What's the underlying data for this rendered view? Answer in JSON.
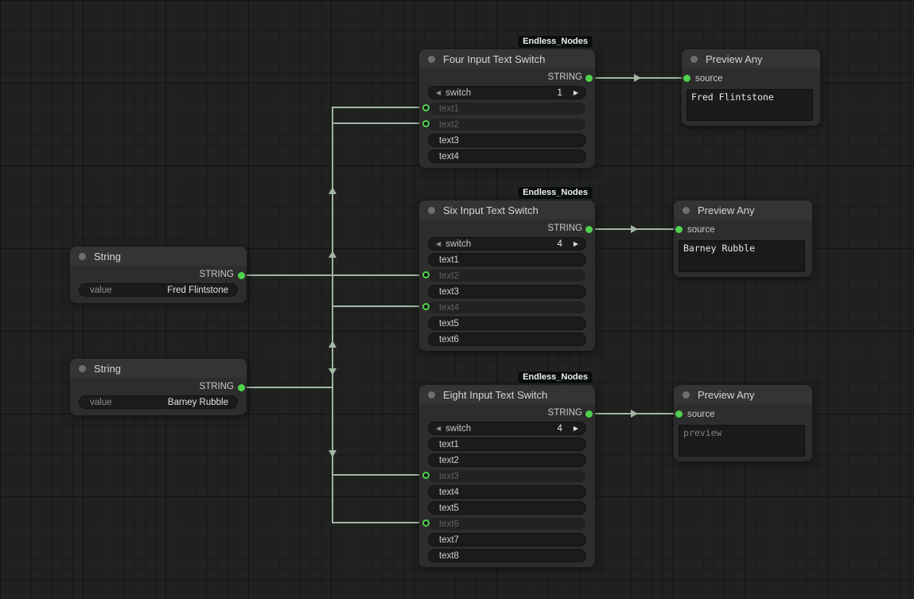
{
  "colors": {
    "slot_green": "#4fd24f",
    "wire": "#a2b6a2",
    "badge_bg": "#0a0e0a",
    "node_body": "#2d2d2d",
    "node_title": "#343434"
  },
  "icons": {
    "prev": "◀",
    "next": "▶"
  },
  "nodes": {
    "string1": {
      "title": "String",
      "output_label": "STRING",
      "value_label": "value",
      "value": "Fred Flintstone"
    },
    "string2": {
      "title": "String",
      "output_label": "STRING",
      "value_label": "value",
      "value": "Barney Rubble"
    },
    "switch4": {
      "badge": "Endless_Nodes",
      "title": "Four Input Text Switch",
      "output_label": "STRING",
      "switch_label": "switch",
      "switch_value": "1",
      "rows": [
        {
          "label": "text1",
          "linked": true
        },
        {
          "label": "text2",
          "linked": true
        },
        {
          "label": "text3",
          "linked": false
        },
        {
          "label": "text4",
          "linked": false
        }
      ]
    },
    "switch6": {
      "badge": "Endless_Nodes",
      "title": "Six Input Text Switch",
      "output_label": "STRING",
      "switch_label": "switch",
      "switch_value": "4",
      "rows": [
        {
          "label": "text1",
          "linked": false
        },
        {
          "label": "text2",
          "linked": true
        },
        {
          "label": "text3",
          "linked": false
        },
        {
          "label": "text4",
          "linked": true
        },
        {
          "label": "text5",
          "linked": false
        },
        {
          "label": "text6",
          "linked": false
        }
      ]
    },
    "switch8": {
      "badge": "Endless_Nodes",
      "title": "Eight Input Text Switch",
      "output_label": "STRING",
      "switch_label": "switch",
      "switch_value": "4",
      "rows": [
        {
          "label": "text1",
          "linked": false
        },
        {
          "label": "text2",
          "linked": false
        },
        {
          "label": "text3",
          "linked": true
        },
        {
          "label": "text4",
          "linked": false
        },
        {
          "label": "text5",
          "linked": false
        },
        {
          "label": "text6",
          "linked": true
        },
        {
          "label": "text7",
          "linked": false
        },
        {
          "label": "text8",
          "linked": false
        }
      ]
    },
    "preview1": {
      "title": "Preview Any",
      "input_label": "source",
      "text": "Fred Flintstone"
    },
    "preview2": {
      "title": "Preview Any",
      "input_label": "source",
      "text": "Barney Rubble"
    },
    "preview3": {
      "title": "Preview Any",
      "input_label": "source",
      "text": "preview"
    }
  }
}
